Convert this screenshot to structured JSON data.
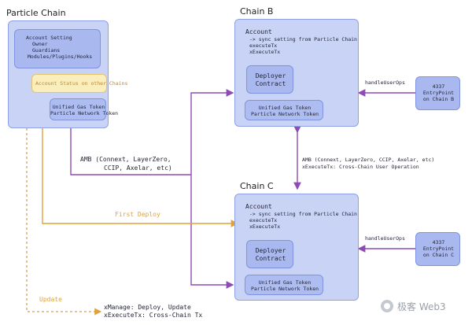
{
  "particle": {
    "title": "Particle Chain",
    "account_setting": [
      "Account Setting",
      "Owner",
      "Guardians",
      "Modules/Plugins/Hooks"
    ],
    "account_status": "Account Status on other Chains",
    "gas": [
      "Unified Gas Token",
      "Particle Network Token"
    ]
  },
  "chain_b": {
    "title": "Chain B",
    "account": [
      "Account",
      "-> sync setting from Particle Chain",
      "executeTx",
      "xExecuteTx"
    ],
    "deployer": [
      "Deployer",
      "Contract"
    ],
    "gas": [
      "Unified Gas Token",
      "Particle Network Token"
    ],
    "entrypoint": [
      "4337",
      "EntryPoint",
      "on Chain B"
    ],
    "handle": "handleUserOps"
  },
  "chain_c": {
    "title": "Chain C",
    "account": [
      "Account",
      "-> sync setting from Particle Chain",
      "executeTx",
      "xExecuteTx"
    ],
    "deployer": [
      "Deployer",
      "Contract"
    ],
    "gas": [
      "Unified Gas Token",
      "Particle Network Token"
    ],
    "entrypoint": [
      "4337",
      "EntryPoint",
      "on Chain C"
    ],
    "handle": "handleUserOps"
  },
  "edges": {
    "amb_left": [
      "AMB (Connext, LayerZero,",
      "CCIP, Axelar, etc)"
    ],
    "amb_bc": [
      "AMB (Connext, LayerZero, CCIP, Axelar, etc)",
      "xExecuteTx: Cross-Chain User Operation"
    ],
    "first_deploy": "First Deploy",
    "update": "Update"
  },
  "legend": [
    "xManage: Deploy, Update",
    "xExecuteTx: Cross-Chain Tx"
  ],
  "watermark": "极客 Web3",
  "colors": {
    "purple": "#8e4bb5",
    "orange": "#e0a23a",
    "chain_fill": "#c9d3f6",
    "inner_fill": "#a9b9f0"
  }
}
